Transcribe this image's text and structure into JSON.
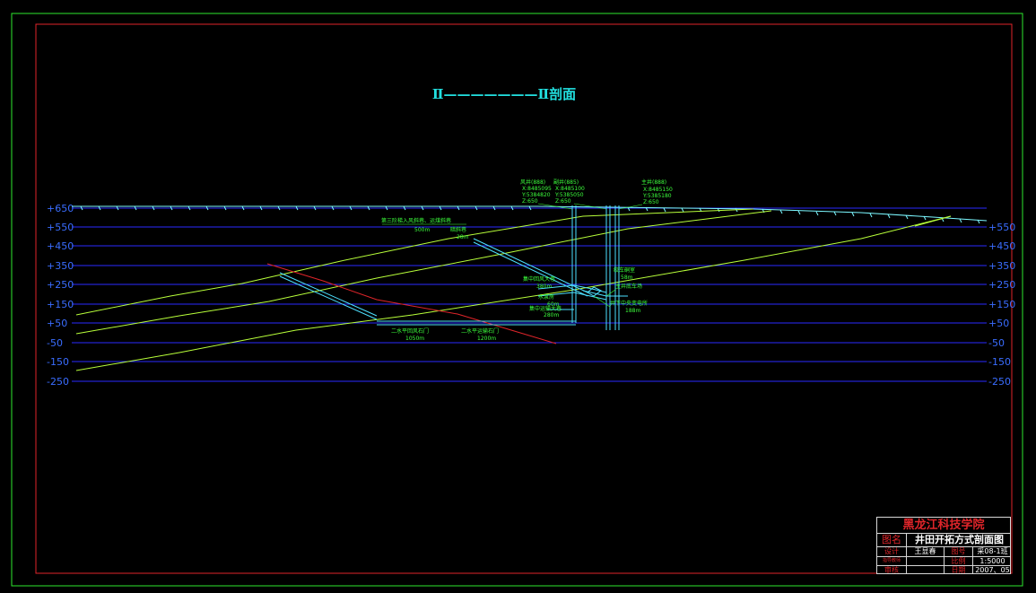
{
  "section_title": "Ⅱ———————Ⅱ剖面",
  "elevations": [
    "+650",
    "+550",
    "+450",
    "+350",
    "+250",
    "+150",
    "+50",
    "-50",
    "-150",
    "-250"
  ],
  "annotations": {
    "air_shaft": [
      "风井(888)",
      "X:8485095",
      "Y:5384820",
      "Z:650"
    ],
    "aux_shaft": [
      "副井(885)",
      "X:8485100",
      "Y:5385050",
      "Z:650"
    ],
    "main_shaft": [
      "主井(888)",
      "X:8485150",
      "Y:5385180",
      "Z:650"
    ],
    "upper_incline": [
      "第三阶梯入风斜巷、运煤斜巷",
      "500m"
    ],
    "blind_incline": [
      "暗斜巷",
      "28m"
    ],
    "track_lane": [
      "集中回风大巷",
      "380m"
    ],
    "winch_room": [
      "绞车硐室",
      "58m"
    ],
    "pump_room": [
      "水泵房",
      "60m"
    ],
    "center_lane": [
      "集中运输大巷",
      "280m"
    ],
    "main_station": [
      "主井底车场"
    ],
    "underground_room": [
      "井下中央变电所",
      "188m"
    ],
    "level_return": [
      "二水平回风石门",
      "1050m"
    ],
    "level_haulage": [
      "二水平运输石门",
      "1200m"
    ]
  },
  "title_block": {
    "school": "黑龙江科技学院",
    "name_label": "图名",
    "name_value": "井田开拓方式剖面图",
    "design_label": "设计",
    "design_value": "王显春",
    "no_label": "图号",
    "no_value": "采08-1班",
    "check_label": "指导教师",
    "scale_label": "比例",
    "scale_value": "1:5000",
    "review_label": "审核",
    "date_label": "日期",
    "date_value": "2007、05"
  },
  "colors": {
    "border_outer": "#2ee82e",
    "border_inner": "#e0252a",
    "level_lines": "#2a2aff",
    "elevation_text": "#3a6dff",
    "title": "#22e0e0",
    "surface": "#7cf8ff",
    "seam": "#b8ff3a",
    "fault": "#e0252a",
    "workings": "#4de0ff",
    "label": "#3cff3c"
  }
}
